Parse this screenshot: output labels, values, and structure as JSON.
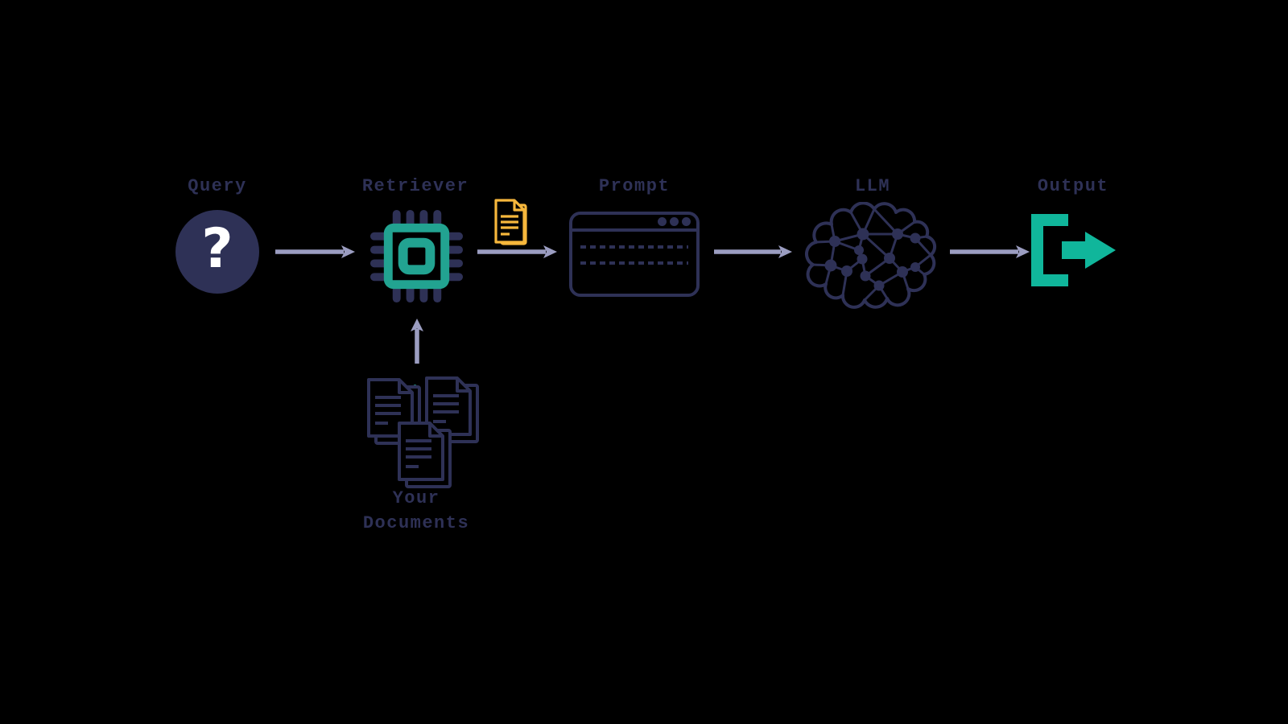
{
  "colors": {
    "navy": "#2e3156",
    "teal_chip": "#22a391",
    "teal_output": "#10b69b",
    "teal_dim": "#1d6e66",
    "lavender": "#9b9dc1",
    "yellow": "#f6b73c",
    "white": "#ffffff",
    "background": "#000000"
  },
  "pipeline": {
    "stages": [
      {
        "id": "query",
        "label": "Query",
        "icon": "question-mark-circle-icon",
        "glyph": "?"
      },
      {
        "id": "retriever",
        "label": "Retriever",
        "icon": "microchip-icon"
      },
      {
        "id": "prompt",
        "label": "Prompt",
        "icon": "browser-window-icon"
      },
      {
        "id": "llm",
        "label": "LLM",
        "icon": "brain-network-icon"
      },
      {
        "id": "output",
        "label": "Output",
        "icon": "exit-arrow-icon"
      }
    ],
    "inputs": {
      "your_documents": {
        "label_lines": [
          "Your",
          "Documents"
        ],
        "icon": "document-stack-icon"
      },
      "retrieved_chunk": {
        "icon": "document-pages-icon"
      }
    },
    "connections": [
      {
        "from": "query",
        "to": "retriever"
      },
      {
        "from": "retriever",
        "to": "prompt"
      },
      {
        "from": "prompt",
        "to": "llm"
      },
      {
        "from": "llm",
        "to": "output"
      },
      {
        "from": "your_documents",
        "to": "retriever"
      }
    ]
  }
}
